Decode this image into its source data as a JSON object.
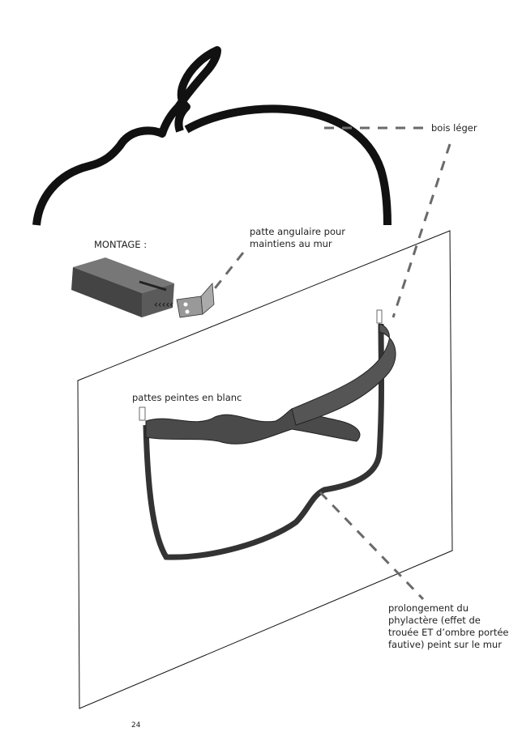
{
  "labels": {
    "bois_leger": "bois léger",
    "montage": "MONTAGE :",
    "patte_angulaire": [
      "patte angulaire pour",
      "maintiens au mur"
    ],
    "pattes_peintes": "pattes peintes en blanc",
    "prolongement": [
      "prolongement du",
      "phylactère (effet de",
      "trouée ET d’ombre portée",
      "fautive) peint sur le mur"
    ]
  },
  "page_number": "24",
  "colors": {
    "ink": "#111111",
    "wood": "#4a4a4a",
    "dash": "#6a6a6a"
  }
}
